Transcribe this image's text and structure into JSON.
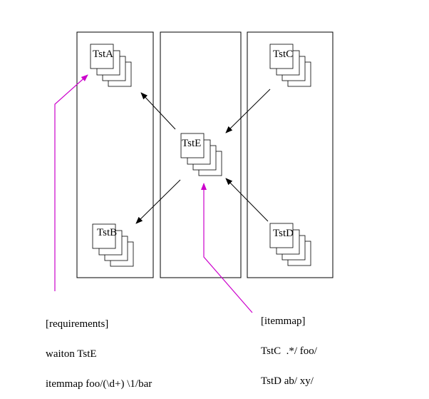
{
  "stacks": {
    "tst_a": "TstA",
    "tst_b": "TstB",
    "tst_c": "TstC",
    "tst_d": "TstD",
    "tst_e": "TstE"
  },
  "notes": {
    "requirements": [
      "[requirements]",
      "waiton TstE",
      "itemmap foo/(\\d+) \\1/bar"
    ],
    "itemmap": [
      "[itemmap]",
      "TstC  .*/ foo/",
      "TstD ab/ xy/"
    ]
  },
  "colors": {
    "line": "#000000",
    "callout": "#cc00cc",
    "card_fill": "#ffffff"
  }
}
